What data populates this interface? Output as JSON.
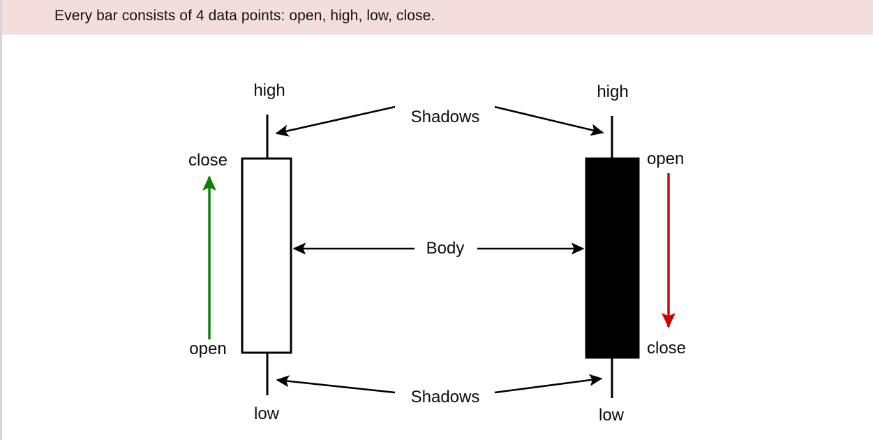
{
  "header": {
    "title": "Every bar consists of 4 data points: open, high, low, close.",
    "background_color": "#f3dedd",
    "text_color": "#111111"
  },
  "diagram": {
    "type": "candlestick-anatomy",
    "background_color": "#ffffff",
    "bullish_candle": {
      "name": "bullish-candle",
      "body_fill": "#ffffff",
      "body_stroke": "#000000",
      "labels": {
        "high": "high",
        "low": "low",
        "close": "close",
        "open": "open"
      },
      "direction_arrow": {
        "name": "up-arrow",
        "color": "#0a8000",
        "from": "open",
        "to": "close"
      }
    },
    "bearish_candle": {
      "name": "bearish-candle",
      "body_fill": "#000000",
      "body_stroke": "#000000",
      "labels": {
        "high": "high",
        "low": "low",
        "open": "open",
        "close": "close"
      },
      "direction_arrow": {
        "name": "down-arrow",
        "color": "#cc0000",
        "from": "open",
        "to": "close"
      }
    },
    "callouts": {
      "shadows_top": "Shadows",
      "body": "Body",
      "shadows_bottom": "Shadows"
    },
    "annotation_color": "#000000"
  }
}
